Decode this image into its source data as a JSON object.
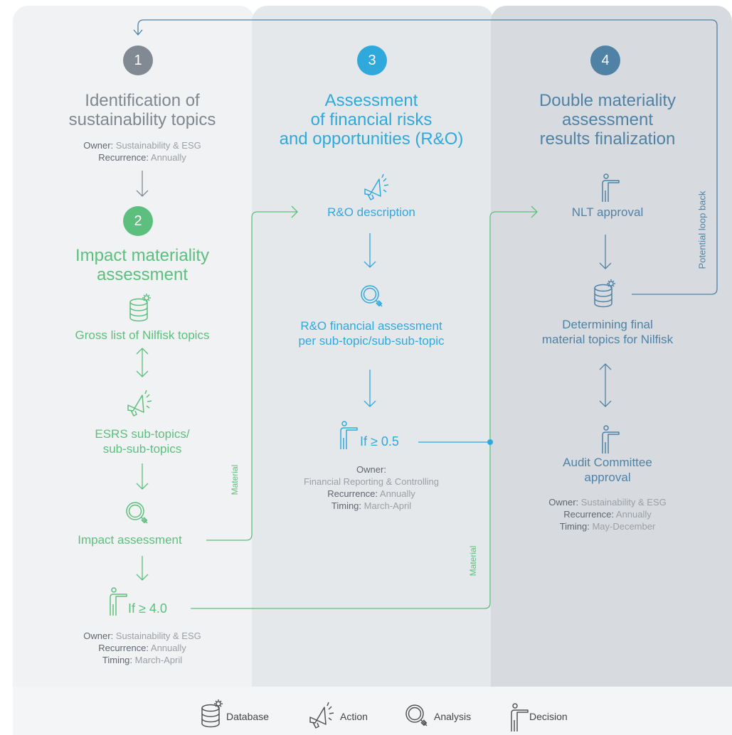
{
  "colors": {
    "step1": "#818a92",
    "step2": "#5dbf7d",
    "step3": "#2fa9dc",
    "step4": "#4f82a4"
  },
  "step1": {
    "number": "1",
    "title_line1": "Identification of",
    "title_line2": "sustainability topics",
    "owner_key": "Owner:",
    "owner_val": " Sustainability & ESG",
    "rec_key": "Recurrence:",
    "rec_val": " Annually"
  },
  "step2": {
    "number": "2",
    "title_line1": "Impact materiality",
    "title_line2": "assessment",
    "gross_list": "Gross list of Nilfisk topics",
    "esrs_line1": "ESRS sub-topics/",
    "esrs_line2": "sub-sub-topics",
    "impact_assessment": "Impact assessment",
    "threshold": "If ≥ 4.0",
    "owner_key": "Owner:",
    "owner_val": " Sustainability & ESG",
    "rec_key": "Recurrence:",
    "rec_val": " Annually",
    "timing_key": "Timing:",
    "timing_val": " March-April",
    "material_label": "Material"
  },
  "step3": {
    "number": "3",
    "title_line1": "Assessment",
    "title_line2": "of financial risks",
    "title_line3": "and opportunities (R&O)",
    "ro_description": "R&O description",
    "fin_line1": "R&O financial assessment",
    "fin_line2": "per sub-topic/sub-sub-topic",
    "threshold": "If ≥ 0.5",
    "owner_key": "Owner:",
    "owner_val": "Financial Reporting & Controlling",
    "rec_key": "Recurrence:",
    "rec_val": " Annually",
    "timing_key": "Timing:",
    "timing_val": " March-April",
    "material_label": "Material"
  },
  "step4": {
    "number": "4",
    "title_line1": "Double materiality",
    "title_line2": "assessment",
    "title_line3": "results finalization",
    "nlt_approval": "NLT approval",
    "final_line1": "Determining final",
    "final_line2": "material topics for Nilfisk",
    "audit_line1": "Audit Committee",
    "audit_line2": "approval",
    "owner_key": "Owner:",
    "owner_val": " Sustainability & ESG",
    "rec_key": "Recurrence:",
    "rec_val": " Annually",
    "timing_key": "Timing:",
    "timing_val": " May-December",
    "loop_label": "Potential loop back"
  },
  "legend": {
    "database": "Database",
    "action": "Action",
    "analysis": "Analysis",
    "decision": "Decision"
  }
}
